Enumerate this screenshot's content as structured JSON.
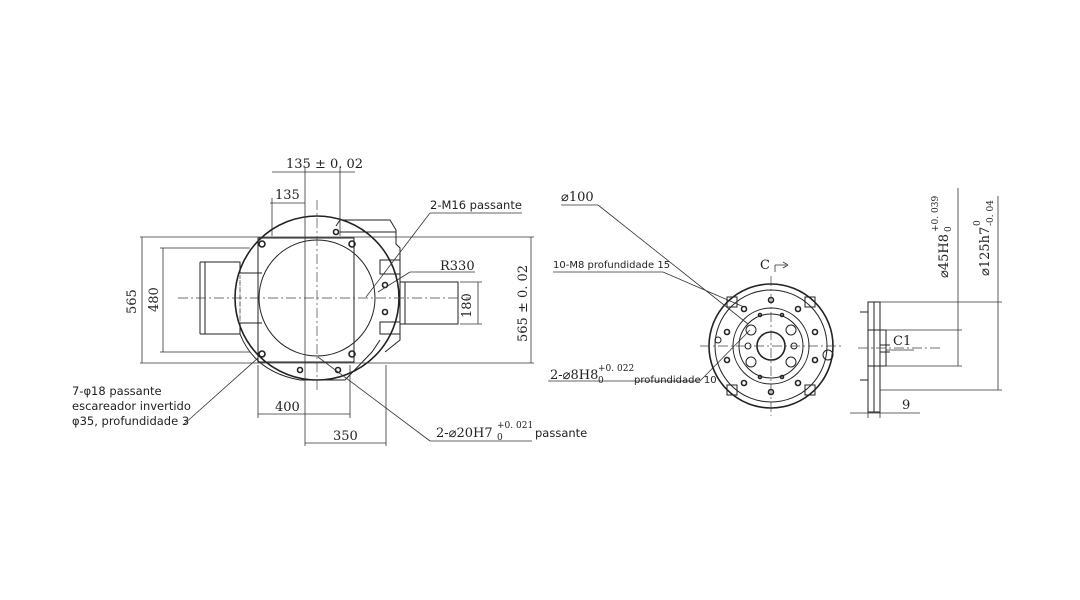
{
  "labels": {
    "top_tol": "135 ± 0. 02",
    "top_135": "135",
    "m16": "2-M16 passante",
    "r330": "R330",
    "d180": "180",
    "d565_tol": "565 ± 0. 02",
    "d565": "565",
    "d480": "480",
    "d400": "400",
    "d350": "350",
    "holes7_l1": "7-φ18 passante",
    "holes7_l2": "escareador invertido",
    "holes7_l3": "φ35, profundidade 3",
    "pin20": "2-⌀20H7",
    "pin20_sup": "+0. 021",
    "pin20_sub": "0",
    "pin20_suffix": "passante",
    "d100": "⌀100",
    "m8": "10-M8 profundidade 15",
    "c_mark": "C",
    "pin8": "2-⌀8H8",
    "pin8_sup": "+0. 022",
    "pin8_sub": "0",
    "pin8_suffix": "profundidade 10",
    "d45": "⌀45H8",
    "d45_sup": "+0. 039",
    "d45_sub": "0",
    "d125": "⌀125h7",
    "d125_sup": "0",
    "d125_sub": "-0. 04",
    "c1": "C1",
    "d9": "9"
  }
}
